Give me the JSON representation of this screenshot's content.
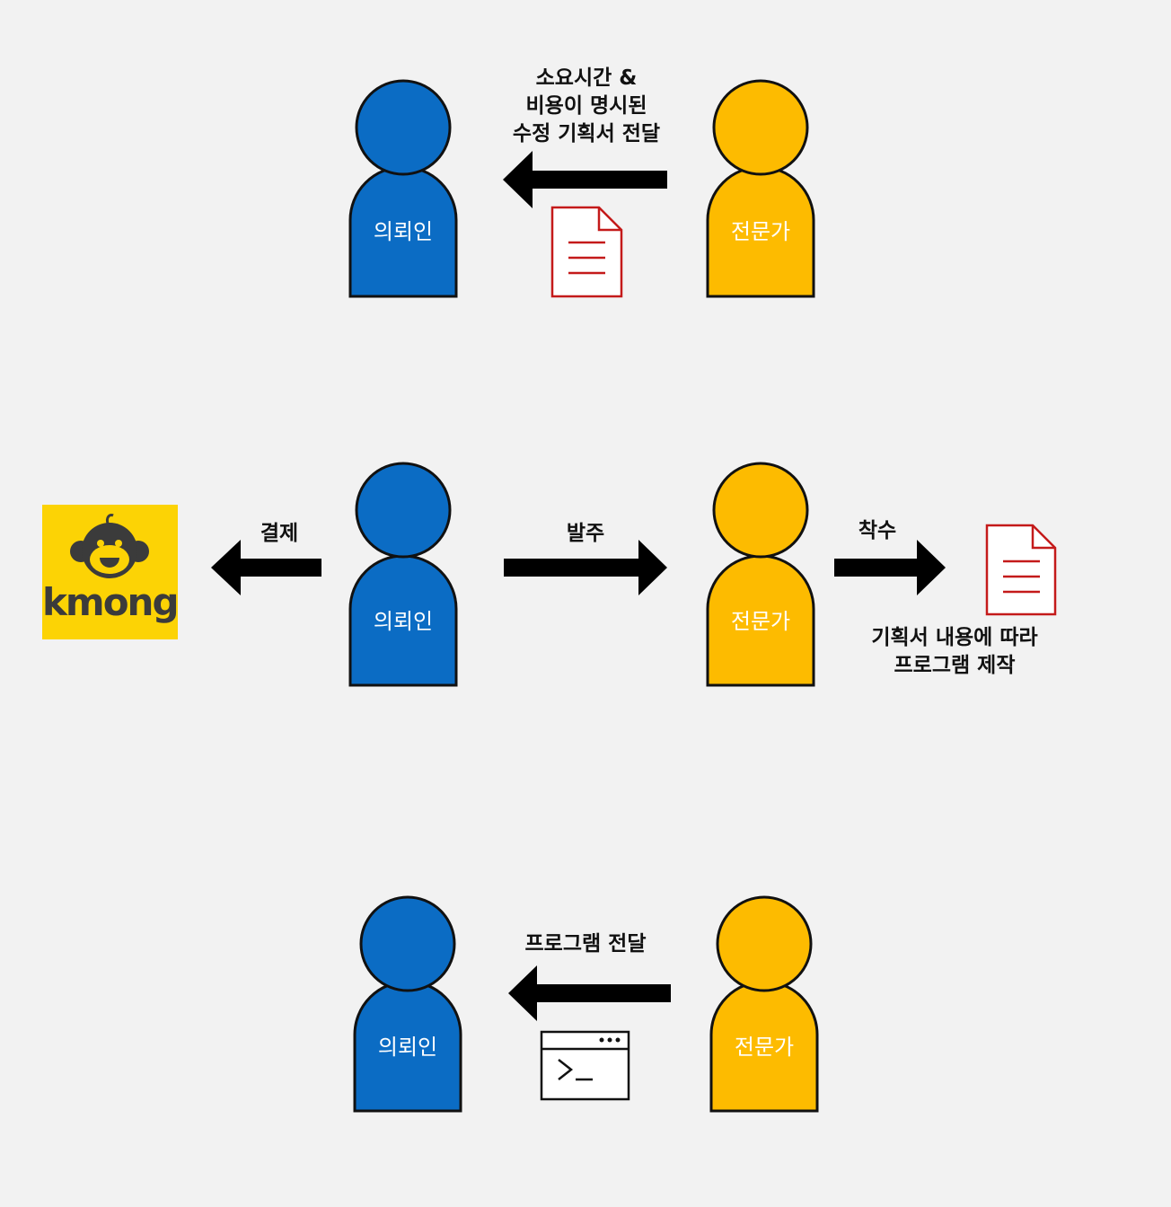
{
  "colors": {
    "client": "#0b6cc4",
    "expert": "#fdbb00",
    "document": "#c41a1a",
    "kmong_bg": "#fcd305",
    "background": "#f2f2f2"
  },
  "rows": [
    {
      "client_label": "의뢰인",
      "expert_label": "전문가",
      "arrow_caption_lines": [
        "소요시간 &",
        "비용이 명시된",
        "수정 기획서 전달"
      ],
      "item_icon": "document-icon"
    },
    {
      "client_label": "의뢰인",
      "expert_label": "전문가",
      "payment_caption": "결제",
      "order_caption": "발주",
      "start_caption": "착수",
      "production_caption_lines": [
        "기획서 내용에 따라",
        "프로그램 제작"
      ],
      "logo_text": "kmong",
      "item_icon": "document-icon"
    },
    {
      "client_label": "의뢰인",
      "expert_label": "전문가",
      "arrow_caption": "프로그램 전달",
      "item_icon": "terminal-icon"
    }
  ]
}
